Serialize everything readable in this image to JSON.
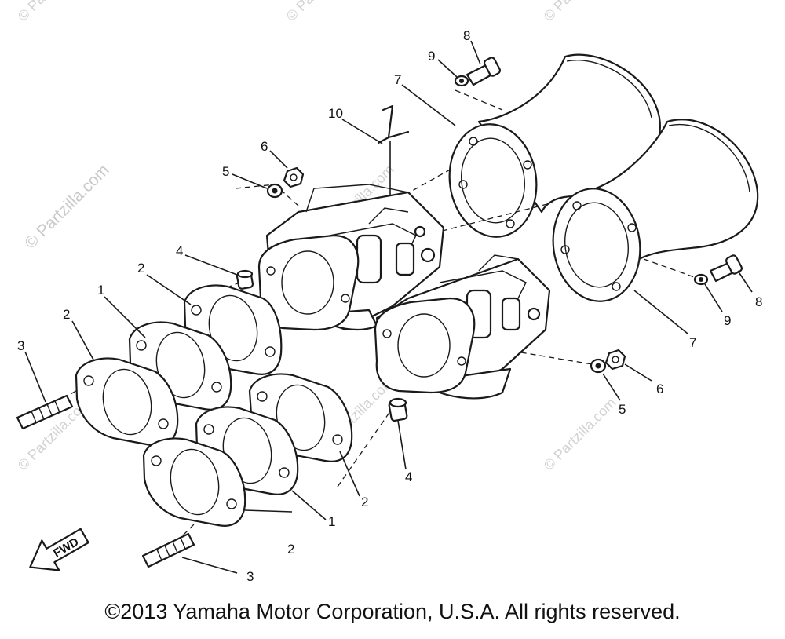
{
  "watermark": {
    "main": "© Partzilla.com",
    "brand": "Partzilla.com"
  },
  "fwd_label": "FWD",
  "callouts": [
    "1",
    "2",
    "3",
    "4",
    "5",
    "6",
    "7",
    "8",
    "9",
    "10"
  ],
  "copyright": "©2013 Yamaha Motor Corporation, U.S.A. All rights reserved."
}
